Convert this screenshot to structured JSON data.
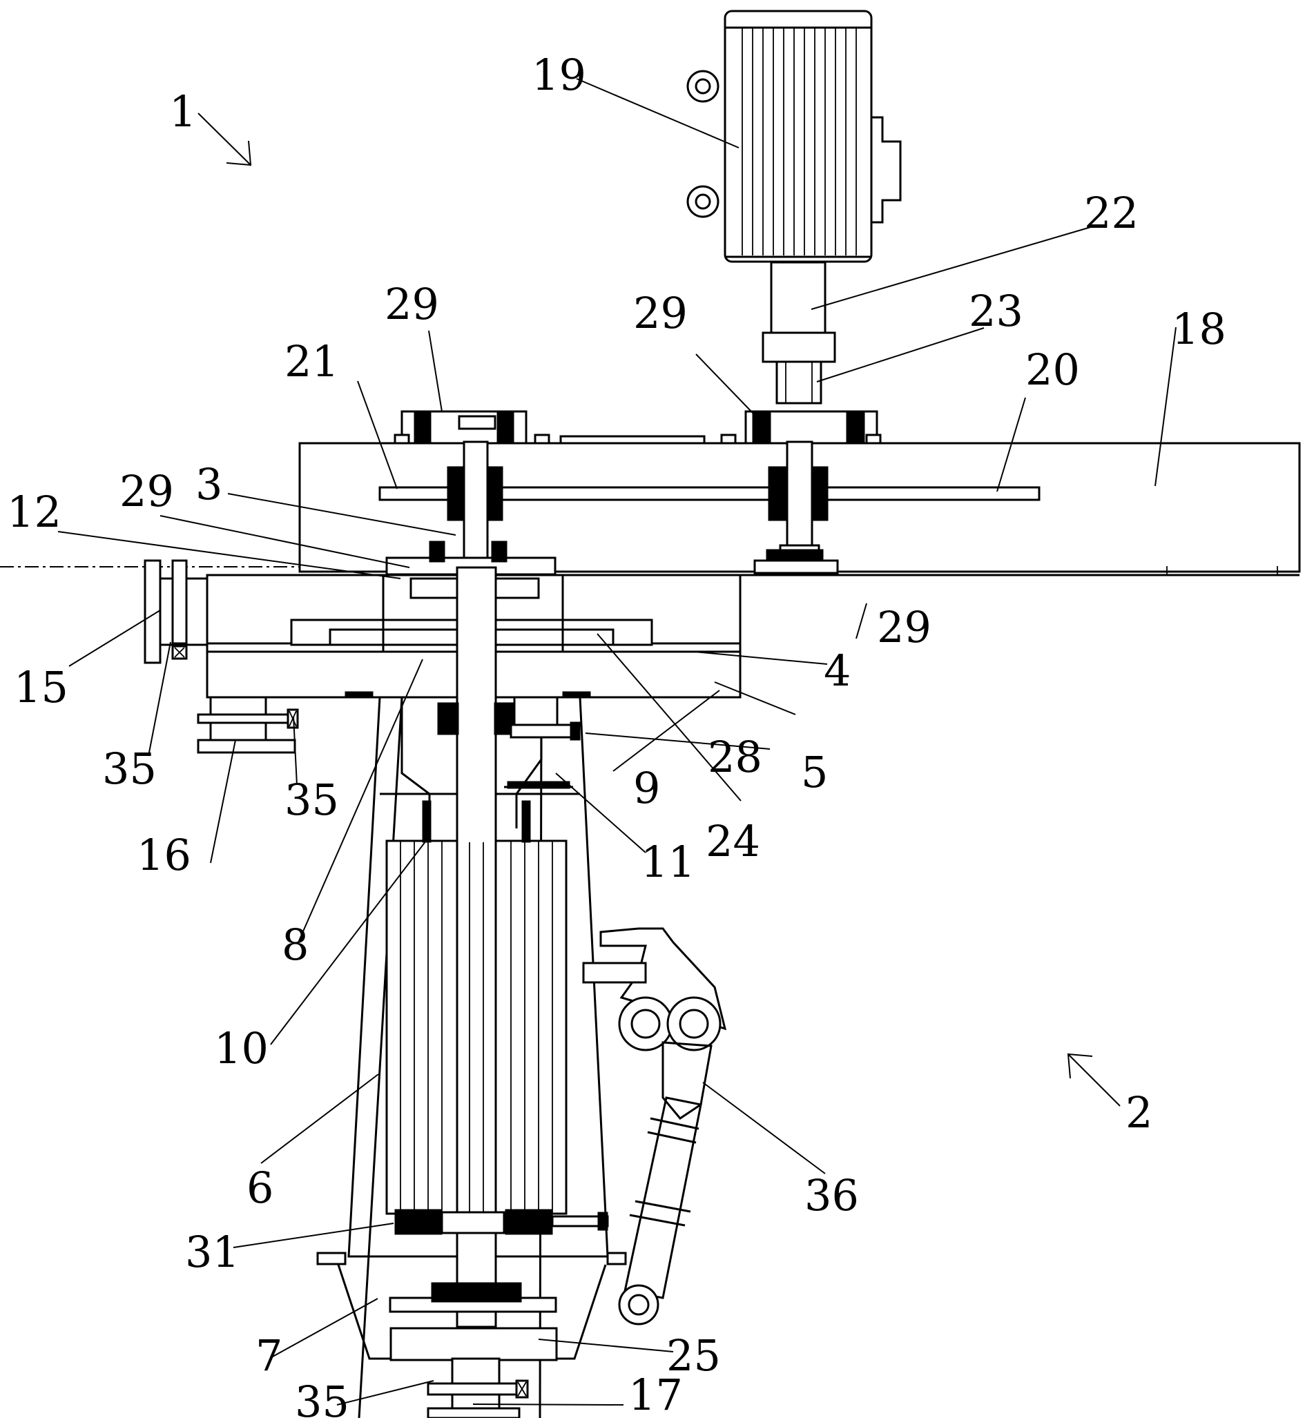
{
  "labels": {
    "n1": "1",
    "n2": "2",
    "n3": "3",
    "n4": "4",
    "n5": "5",
    "n6": "6",
    "n7": "7",
    "n8": "8",
    "n9": "9",
    "n10": "10",
    "n11": "11",
    "n12": "12",
    "n15": "15",
    "n16": "16",
    "n17": "17",
    "n18": "18",
    "n19": "19",
    "n20": "20",
    "n21": "21",
    "n22": "22",
    "n23": "23",
    "n24": "24",
    "n25": "25",
    "n28": "28",
    "n29a": "29",
    "n29b": "29",
    "n29c": "29",
    "n29d": "29",
    "n31": "31",
    "n35a": "35",
    "n35b": "35",
    "n35c": "35",
    "n36": "36"
  }
}
